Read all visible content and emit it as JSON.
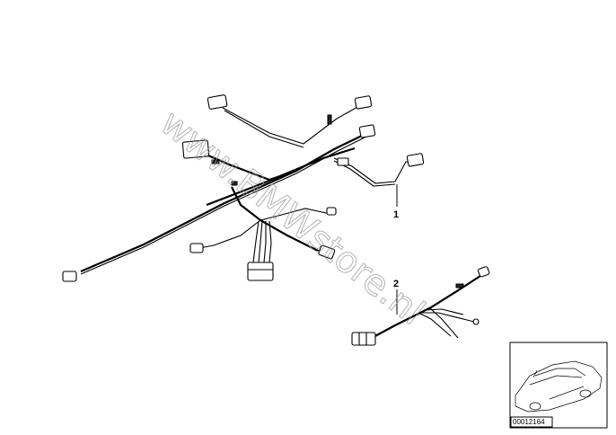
{
  "callouts": [
    {
      "id": "1",
      "label": "1"
    },
    {
      "id": "2",
      "label": "2"
    }
  ],
  "watermark": "www.BMWstore.nl",
  "thumbnail": {
    "code": "00012164"
  }
}
